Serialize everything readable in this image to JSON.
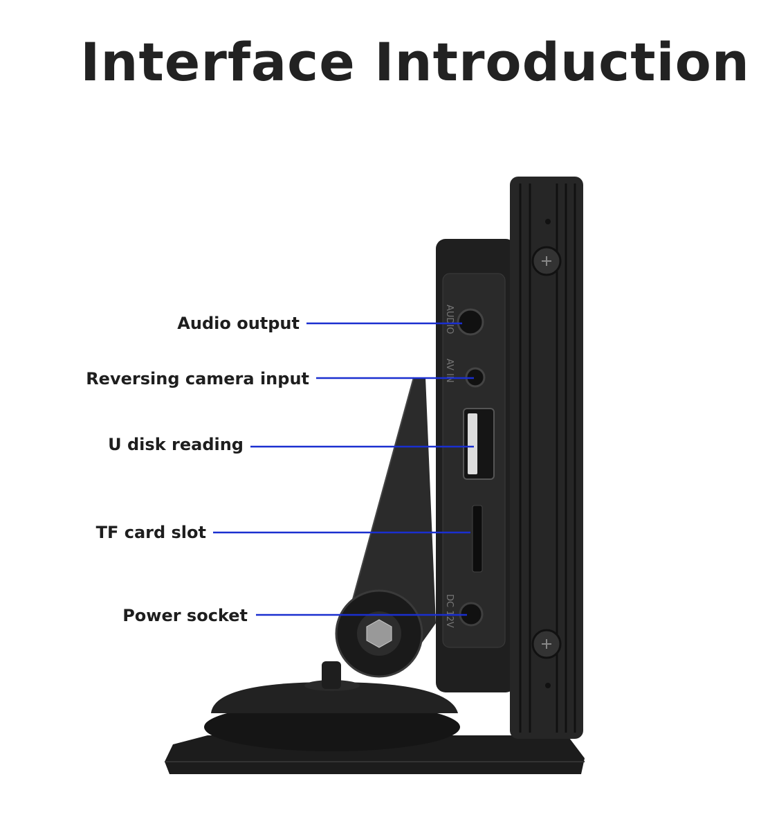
{
  "title": "Interface Introduction",
  "callouts": [
    {
      "label": "Audio output"
    },
    {
      "label": "Reversing camera input"
    },
    {
      "label": "U disk reading"
    },
    {
      "label": "TF card slot"
    },
    {
      "label": "Power socket"
    }
  ],
  "port_labels": {
    "audio": "AUDIO",
    "av_in": "AV IN",
    "dc": "DC 12V"
  },
  "colors": {
    "callout_line": "#1a2fd0",
    "device": "#262626"
  }
}
